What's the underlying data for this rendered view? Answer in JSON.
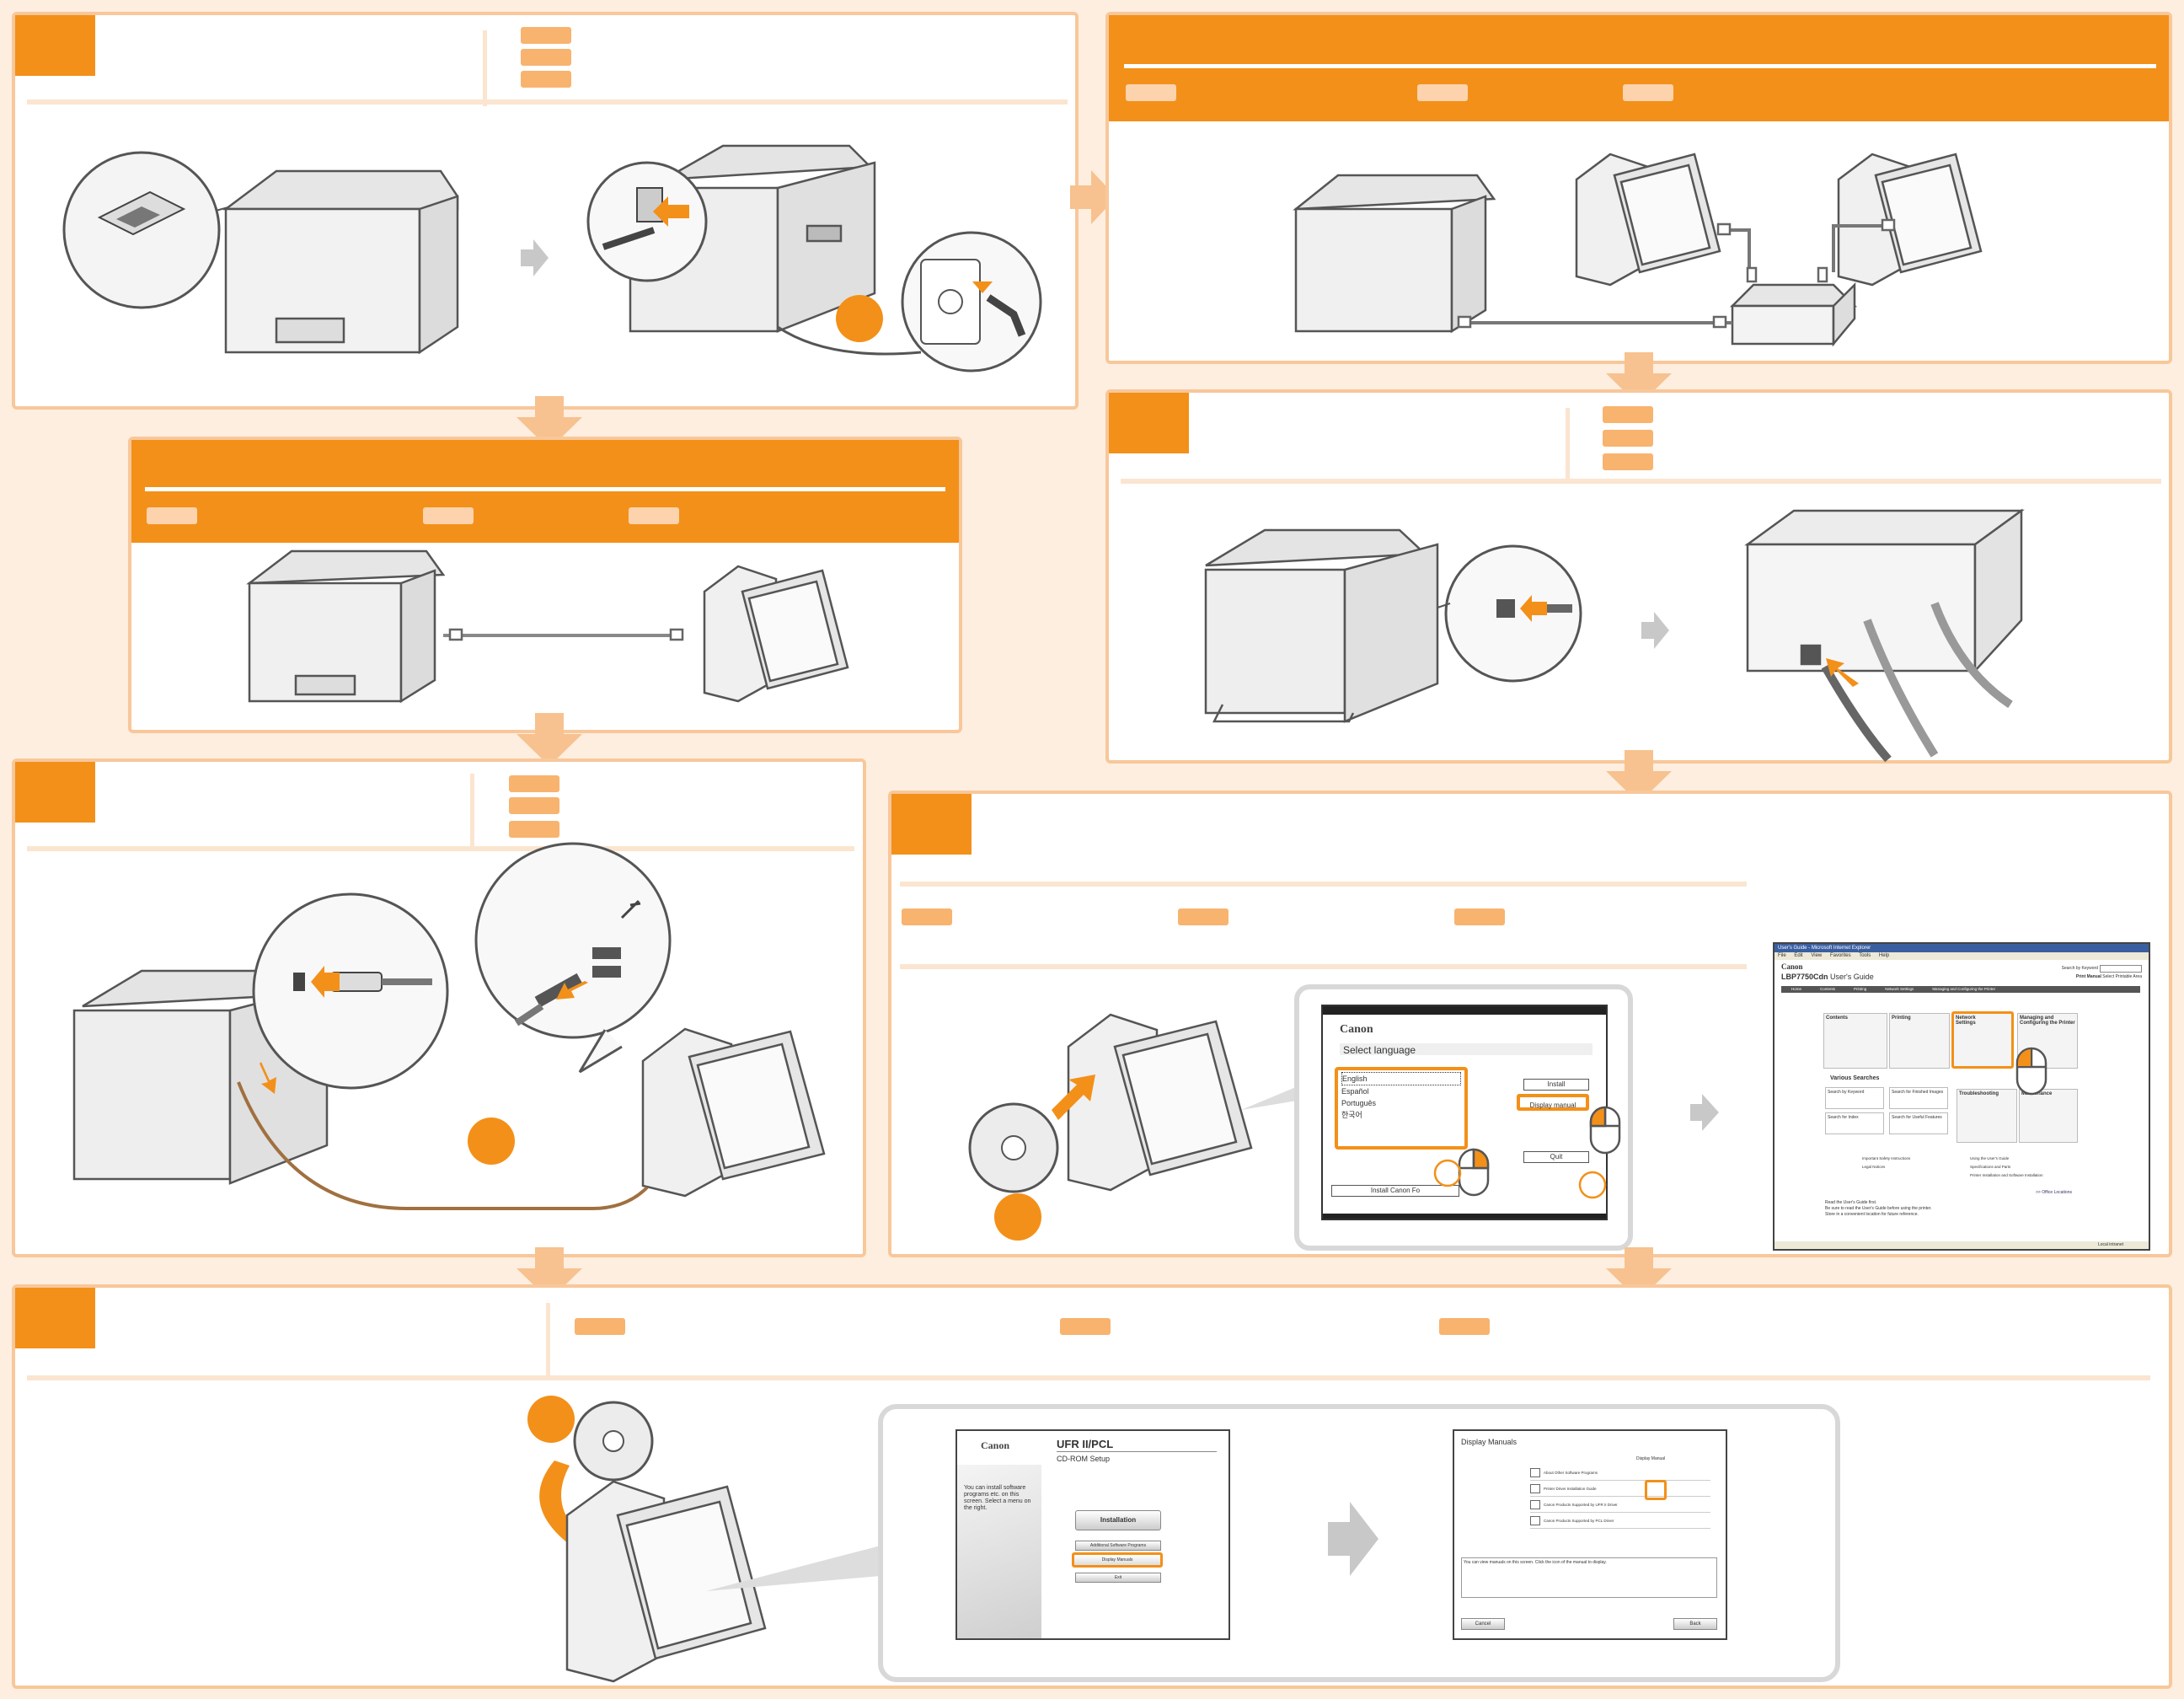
{
  "screens": {
    "language": {
      "brand": "Canon",
      "heading": "Select language",
      "languages": [
        "English",
        "Español",
        "Português",
        "한국어"
      ],
      "install_button": "Install",
      "display_manual_button": "Display manual",
      "quit_button": "Quit",
      "install_fonts_button": "Install Canon Fo"
    },
    "ie_window": {
      "title": "User's Guide - Microsoft Internet Explorer",
      "menu": [
        "File",
        "Edit",
        "View",
        "Favorites",
        "Tools",
        "Help"
      ],
      "brand": "Canon",
      "product": "LBP7750Cdn",
      "guide": "User's Guide",
      "search_label": "Search by Keyword",
      "print_manual": "Print Manual",
      "print_area": "Select Printable Area",
      "tabs": [
        "Home",
        "Contents",
        "Printing",
        "Network Settings",
        "Managing and Configuring the Printer"
      ],
      "tiles": [
        "Contents",
        "Printing",
        "Network Settings",
        "Managing and Configuring the Printer",
        "Troubleshooting",
        "Maintenance"
      ],
      "various_searches": "Various Searches",
      "search_items": [
        "Search by Keyword",
        "Search for Finished Images",
        "Search for Index",
        "Search for Useful Features"
      ],
      "links": [
        "Important Safety Instructions",
        "Legal Notices",
        "Using the User's Guide",
        "Specifications and Parts",
        "Printer Installation and Software Installation"
      ],
      "office_locations": ">> Office Locations",
      "read_first_1": "Read the User's Guide first.",
      "read_first_2": "Be sure to read the User's Guide before using the printer.",
      "read_first_3": "Store in a convenient location for future reference.",
      "status": "Local intranet"
    },
    "cdrom": {
      "brand": "Canon",
      "title": "UFR II/PCL",
      "subtitle": "CD-ROM Setup",
      "desc_1": "You can install software",
      "desc_2": "programs etc. on this",
      "desc_3": "screen. Select a menu on",
      "desc_4": "the right.",
      "installation": "Installation",
      "additional": "Additional Software Programs",
      "display_manuals": "Display Manuals",
      "exit": "Exit"
    },
    "display_manuals": {
      "title": "Display Manuals",
      "column": "Display Manual",
      "items": [
        "About Other Software Programs",
        "Printer Driver Installation Guide",
        "Canon Products Supported by UFR II Driver",
        "Canon Products Supported by PCL Driver"
      ],
      "note": "You can view manuals on this screen. Click the icon of the manual to display.",
      "cancel": "Cancel",
      "back": "Back"
    }
  },
  "colors": {
    "accent": "#f39019",
    "panel_border": "#f8c79a",
    "background": "#fdeee0"
  }
}
